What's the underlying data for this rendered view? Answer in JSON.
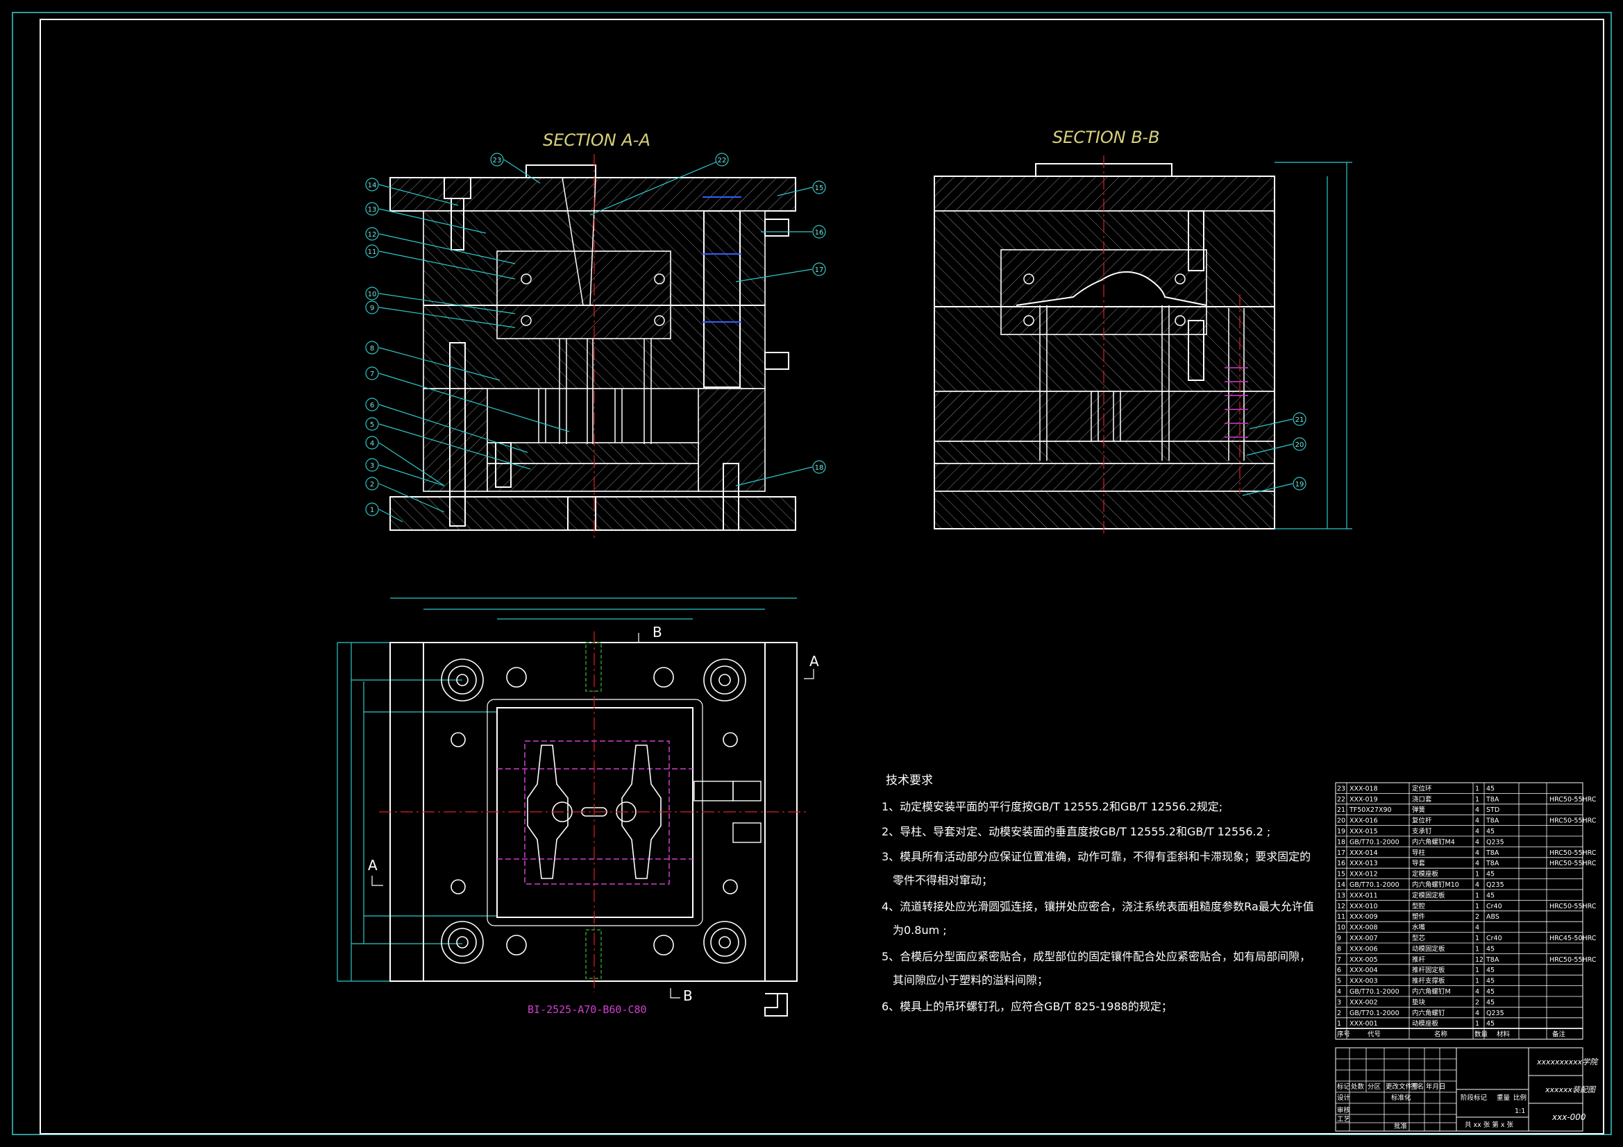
{
  "section_titles": {
    "aa": "SECTION A-A",
    "bb": "SECTION B-B"
  },
  "section_marks": {
    "a": "A",
    "b": "B"
  },
  "balloons_aa": [
    "1",
    "2",
    "3",
    "4",
    "5",
    "6",
    "7",
    "8",
    "9",
    "10",
    "11",
    "12",
    "13",
    "14",
    "15",
    "16",
    "17",
    "18",
    "22",
    "23"
  ],
  "balloons_bb": [
    "19",
    "20",
    "21"
  ],
  "mold_base_code": "BI-2525-A70-B60-C80",
  "tech_title": "技术要求",
  "tech_lines": [
    "1、动定模安装平面的平行度按GB/T 12555.2和GB/T 12556.2规定;",
    "2、导柱、导套对定、动模安装面的垂直度按GB/T 12555.2和GB/T 12556.2 ;",
    "3、模具所有活动部分应保证位置准确，动作可靠，不得有歪斜和卡滞现象；要求固定的",
    "零件不得相对窜动；",
    "4、流道转接处应光滑圆弧连接，镶拼处应密合，浇注系统表面粗糙度参数Ra最大允许值",
    "为0.8um ;",
    "5、合模后分型面应紧密贴合，成型部位的固定镶件配合处应紧密贴合，如有局部间隙，",
    "其间隙应小于塑料的溢料间隙；",
    "6、模具上的吊环螺钉孔，应符合GB/T 825-1988的规定；"
  ],
  "bom": [
    [
      "23",
      "XXX-018",
      "定位环",
      "1",
      "45",
      ""
    ],
    [
      "22",
      "XXX-019",
      "浇口套",
      "1",
      "T8A",
      "HRC50-55HRC"
    ],
    [
      "21",
      "TF50X27X90",
      "弹簧",
      "4",
      "STD",
      ""
    ],
    [
      "20",
      "XXX-016",
      "复位杆",
      "4",
      "T8A",
      "HRC50-55HRC"
    ],
    [
      "19",
      "XXX-015",
      "支承钉",
      "4",
      "45",
      ""
    ],
    [
      "18",
      "GB/T70.1-2000",
      "内六角螺钉M4",
      "4",
      "Q235",
      ""
    ],
    [
      "17",
      "XXX-014",
      "导柱",
      "4",
      "T8A",
      "HRC50-55HRC"
    ],
    [
      "16",
      "XXX-013",
      "导套",
      "4",
      "T8A",
      "HRC50-55HRC"
    ],
    [
      "15",
      "XXX-012",
      "定模座板",
      "1",
      "45",
      ""
    ],
    [
      "14",
      "GB/T70.1-2000",
      "内六角螺钉M10",
      "4",
      "Q235",
      ""
    ],
    [
      "13",
      "XXX-011",
      "定模固定板",
      "1",
      "45",
      ""
    ],
    [
      "12",
      "XXX-010",
      "型腔",
      "1",
      "Cr40",
      "HRC50-55HRC"
    ],
    [
      "11",
      "XXX-009",
      "塑件",
      "2",
      "ABS",
      ""
    ],
    [
      "10",
      "XXX-008",
      "水嘴",
      "4",
      "",
      ""
    ],
    [
      "9",
      "XXX-007",
      "型芯",
      "1",
      "Cr40",
      "HRC45-50HRC"
    ],
    [
      "8",
      "XXX-006",
      "动模固定板",
      "1",
      "45",
      ""
    ],
    [
      "7",
      "XXX-005",
      "推杆",
      "12",
      "T8A",
      "HRC50-55HRC"
    ],
    [
      "6",
      "XXX-004",
      "推杆固定板",
      "1",
      "45",
      ""
    ],
    [
      "5",
      "XXX-003",
      "推杆支撑板",
      "1",
      "45",
      ""
    ],
    [
      "4",
      "GB/T70.1-2000",
      "内六角螺钉M",
      "4",
      "45",
      ""
    ],
    [
      "3",
      "XXX-002",
      "垫块",
      "2",
      "45",
      ""
    ],
    [
      "2",
      "GB/T70.1-2000",
      "内六角螺钉",
      "4",
      "Q235",
      ""
    ],
    [
      "1",
      "XXX-001",
      "动模座板",
      "1",
      "45",
      ""
    ]
  ],
  "bom_header": [
    "序号",
    "代号",
    "名称",
    "数量",
    "材料",
    "备注"
  ],
  "title_block": {
    "school": "xxxxxxxxxx学院",
    "drawing_name": "xxxxxx装配图",
    "drawing_no": "xxx-000",
    "scale": "1:1",
    "sheets": "共 xx 张  第 x 张",
    "rows": [
      "标记",
      "处数",
      "分区",
      "更改文件号",
      "签名",
      "年月日",
      "设计",
      "标准化",
      "阶段标记",
      "重量",
      "比例",
      "审核",
      "工艺",
      "批准"
    ]
  }
}
